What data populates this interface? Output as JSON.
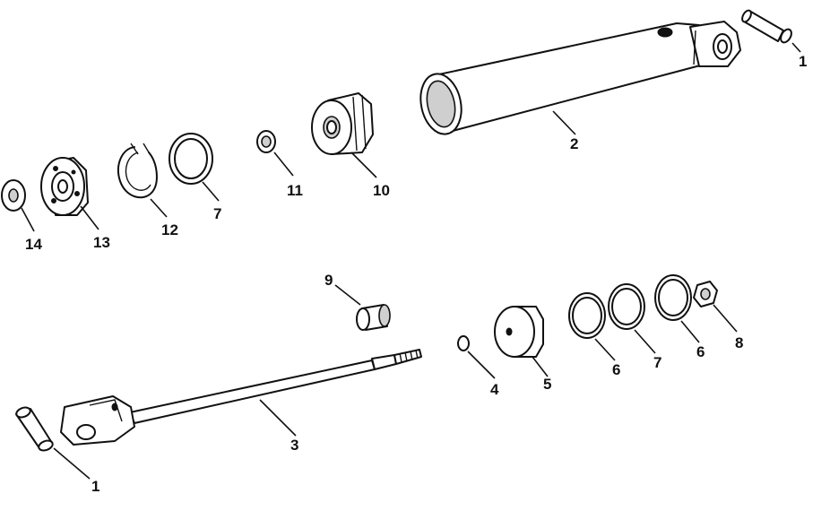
{
  "diagram": {
    "parts": [
      {
        "id": "pin-top",
        "callout": "1"
      },
      {
        "id": "barrel",
        "callout": "2"
      },
      {
        "id": "rod",
        "callout": "3"
      },
      {
        "id": "o-ring-small",
        "callout": "4"
      },
      {
        "id": "piston",
        "callout": "5"
      },
      {
        "id": "ring-6a",
        "callout": "6"
      },
      {
        "id": "ring-7a",
        "callout": "7"
      },
      {
        "id": "ring-6b",
        "callout": "6"
      },
      {
        "id": "nut",
        "callout": "8"
      },
      {
        "id": "spacer",
        "callout": "9"
      },
      {
        "id": "gland",
        "callout": "10"
      },
      {
        "id": "seal-small",
        "callout": "11"
      },
      {
        "id": "snap-ring",
        "callout": "12"
      },
      {
        "id": "end-cap",
        "callout": "13"
      },
      {
        "id": "washer",
        "callout": "14"
      },
      {
        "id": "ring-7b",
        "callout": "7"
      },
      {
        "id": "pin-bottom",
        "callout": "1"
      }
    ]
  }
}
